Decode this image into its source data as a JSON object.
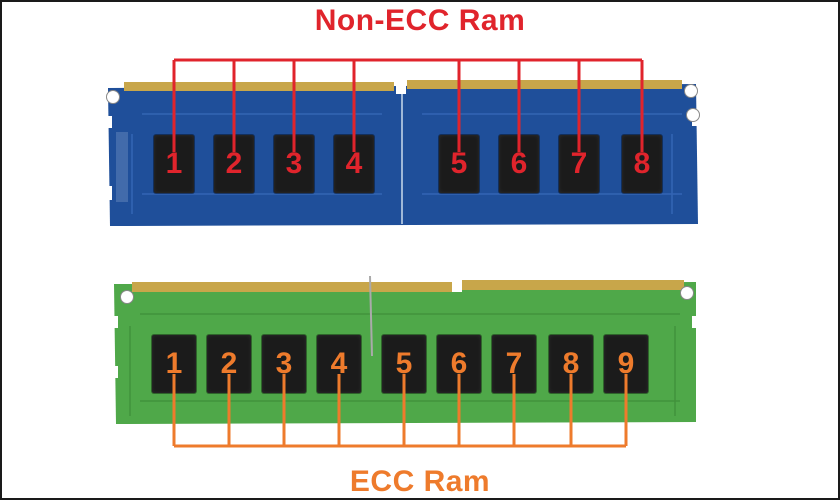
{
  "image": {
    "top_label": "Non-ECC Ram",
    "bottom_label": "ECC Ram",
    "colors": {
      "non_ecc_accent": "#e0242c",
      "ecc_accent": "#ee7b2c",
      "non_ecc_board": "#1f4f9a",
      "ecc_board": "#4fa849",
      "chip": "#1b1b1b",
      "gold_pins": "#c8a64a"
    }
  },
  "non_ecc_module": {
    "chips": [
      {
        "label": "1"
      },
      {
        "label": "2"
      },
      {
        "label": "3"
      },
      {
        "label": "4"
      },
      {
        "label": "5"
      },
      {
        "label": "6"
      },
      {
        "label": "7"
      },
      {
        "label": "8"
      }
    ]
  },
  "ecc_module": {
    "chips": [
      {
        "label": "1"
      },
      {
        "label": "2"
      },
      {
        "label": "3"
      },
      {
        "label": "4"
      },
      {
        "label": "5"
      },
      {
        "label": "6"
      },
      {
        "label": "7"
      },
      {
        "label": "8"
      },
      {
        "label": "9"
      }
    ]
  }
}
